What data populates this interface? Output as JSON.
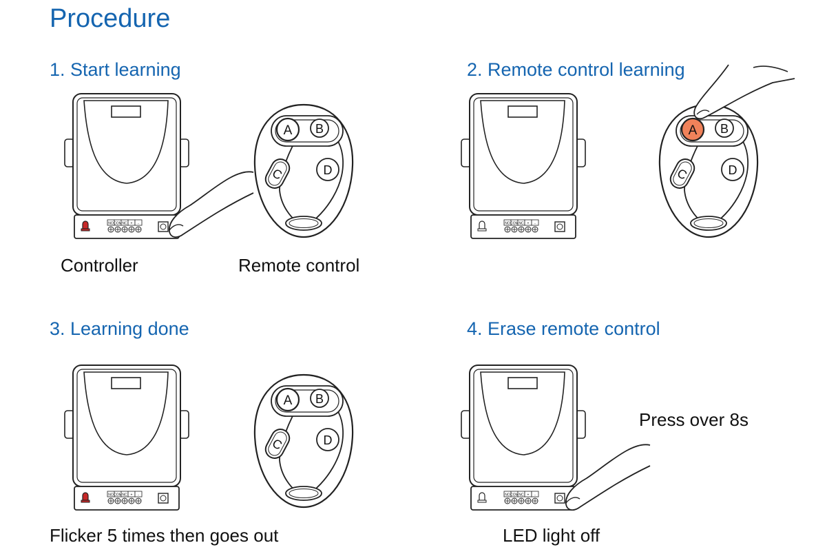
{
  "page_title": "Procedure",
  "steps": [
    {
      "title": "1. Start learning",
      "captions": [
        "Controller",
        "Remote control"
      ]
    },
    {
      "title": "2. Remote control learning",
      "captions": []
    },
    {
      "title": "3. Learning done",
      "captions": [
        "Flicker 5 times then goes out"
      ]
    },
    {
      "title": "4. Erase remote control",
      "captions": [
        "Press over 8s",
        "LED light off"
      ]
    }
  ],
  "remote_buttons": [
    "A",
    "B",
    "C",
    "D"
  ],
  "terminal_labels": [
    "NO",
    "COM",
    "NC",
    "+",
    "-"
  ],
  "colors": {
    "accent": "#1565b0",
    "led_on": "#c62828",
    "pressed_button": "#f0825a"
  }
}
